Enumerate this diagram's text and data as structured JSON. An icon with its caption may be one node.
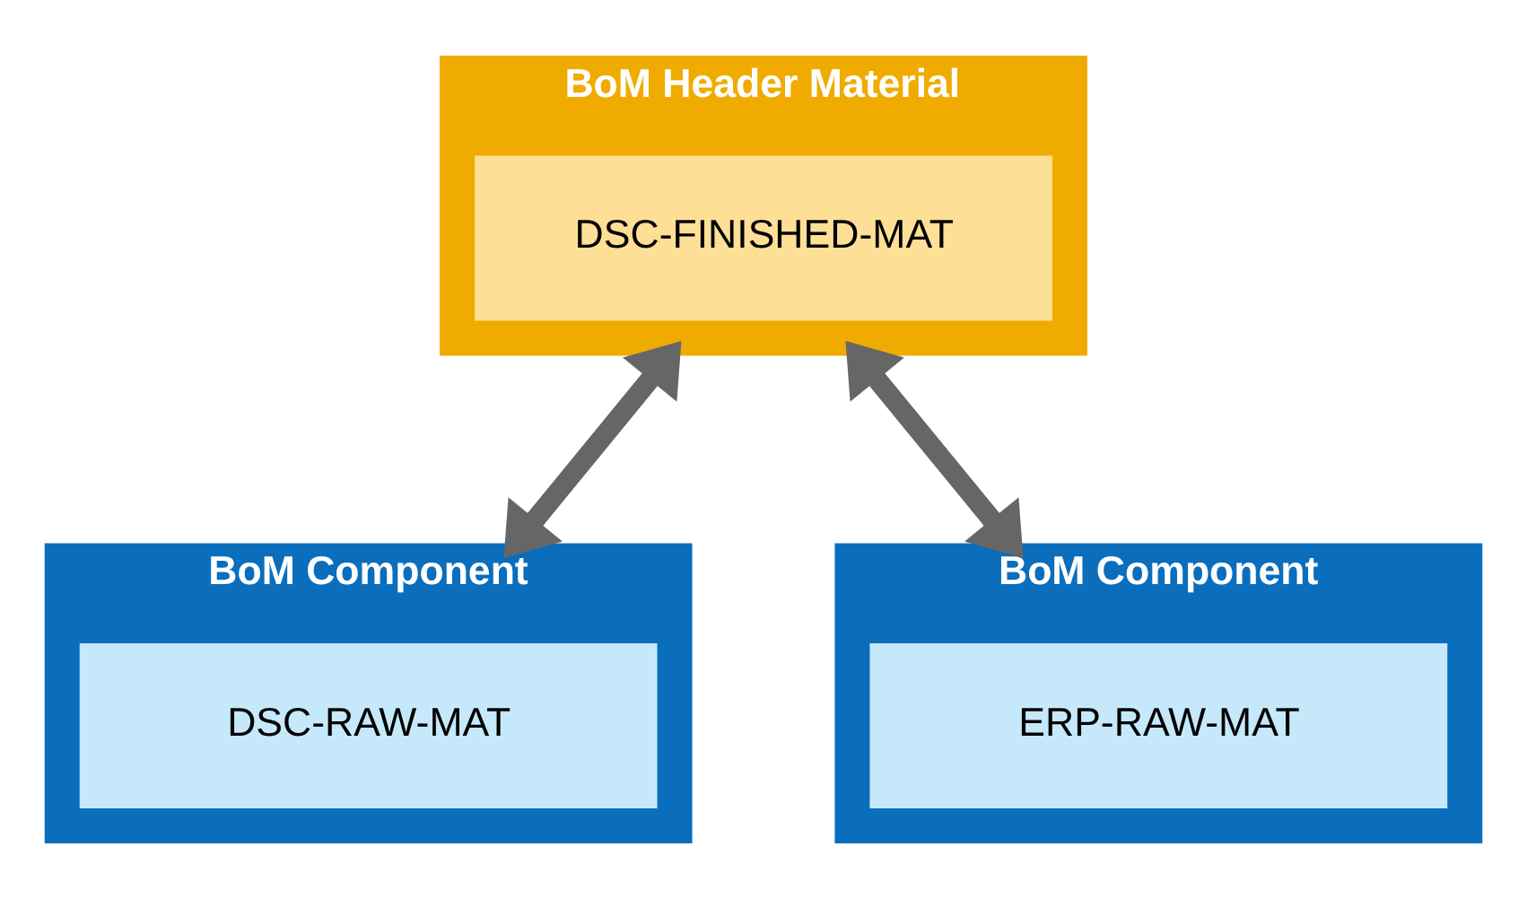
{
  "diagram": {
    "nodes": [
      {
        "text": [
          "BoM Header Material"
        ]
      },
      {
        "text": [
          "DSC-FINISHED-MAT"
        ],
        "in": 0
      },
      {
        "text": [
          "BoM Component"
        ]
      },
      {
        "text": [
          "DSC-RAW-MAT"
        ],
        "in": 2
      },
      {
        "text": [
          "BoM Component"
        ]
      },
      {
        "text": [
          "ERP-RAW-MAT"
        ],
        "in": 4
      }
    ],
    "edges": [
      {
        "from": 0,
        "to": 2,
        "arrow": "both"
      },
      {
        "from": 0,
        "to": 4,
        "arrow": "both"
      }
    ]
  }
}
